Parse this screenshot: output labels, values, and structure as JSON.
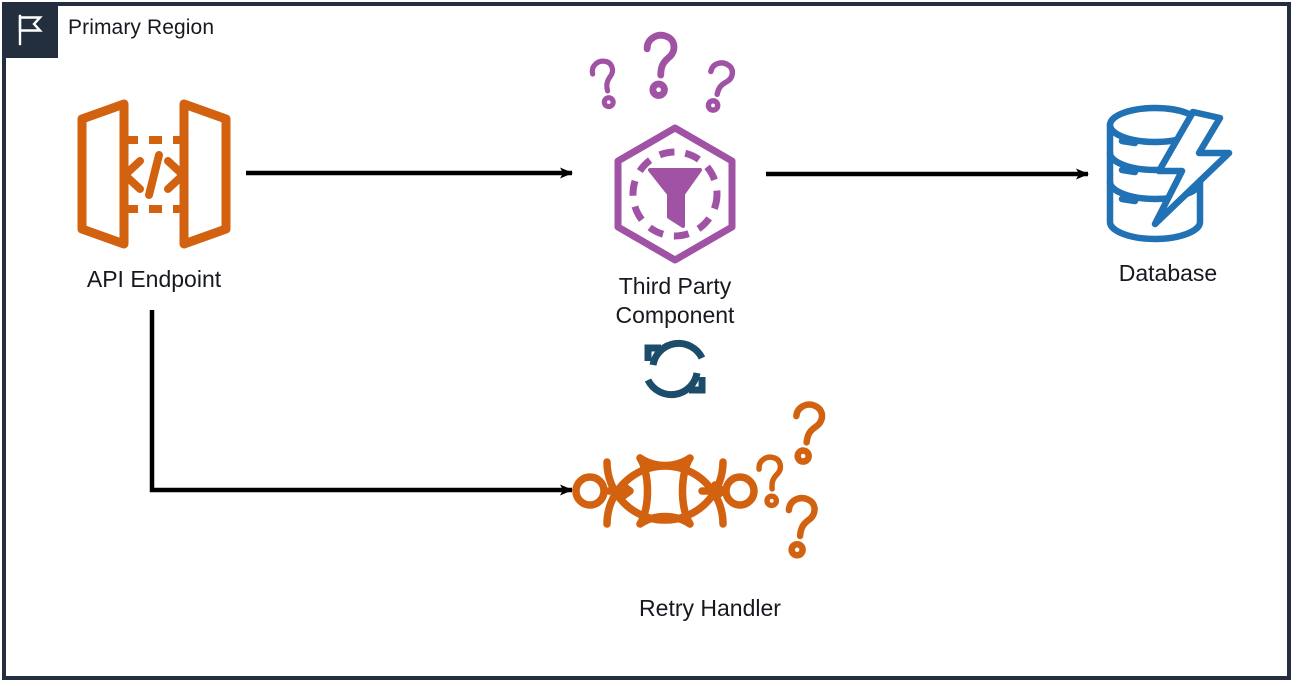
{
  "diagram": {
    "type": "architecture-diagram",
    "background_color": "#ffffff",
    "border_color": "#232f3e",
    "region": {
      "title": "Primary Region",
      "badge_icon": "flag-icon",
      "badge_color": "#232f3e"
    },
    "palette": {
      "orange": "#D2620F",
      "purple": "#A052A5",
      "blue": "#2171B5",
      "navy": "#1b4d6b",
      "text": "#16191f",
      "arrow": "#000000"
    },
    "nodes": [
      {
        "id": "api-endpoint",
        "label": "API Endpoint",
        "icon": "api-gateway-icon",
        "color": "#D2620F"
      },
      {
        "id": "third-party-component",
        "label": "Third Party\nComponent",
        "icon": "hexagon-funnel-icon",
        "color": "#A052A5",
        "status_icon": "question-marks-icon",
        "status_count": 3
      },
      {
        "id": "database",
        "label": "Database",
        "icon": "database-lightning-icon",
        "color": "#2171B5"
      },
      {
        "id": "retry-handler",
        "label": "Retry Handler",
        "icon": "step-function-icon",
        "color": "#D2620F",
        "status_icon": "question-marks-icon",
        "status_count": 3,
        "loop_icon": "refresh-loop-icon",
        "loop_color": "#1b4d6b"
      }
    ],
    "connections": [
      {
        "id": "api-to-third-party",
        "from": "api-endpoint",
        "to": "third-party-component",
        "style": "solid",
        "arrowhead": "filled"
      },
      {
        "id": "third-party-to-database",
        "from": "third-party-component",
        "to": "database",
        "style": "solid",
        "arrowhead": "filled"
      },
      {
        "id": "api-to-retry-handler",
        "from": "api-endpoint",
        "to": "retry-handler",
        "style": "solid-elbow",
        "arrowhead": "filled"
      }
    ]
  }
}
